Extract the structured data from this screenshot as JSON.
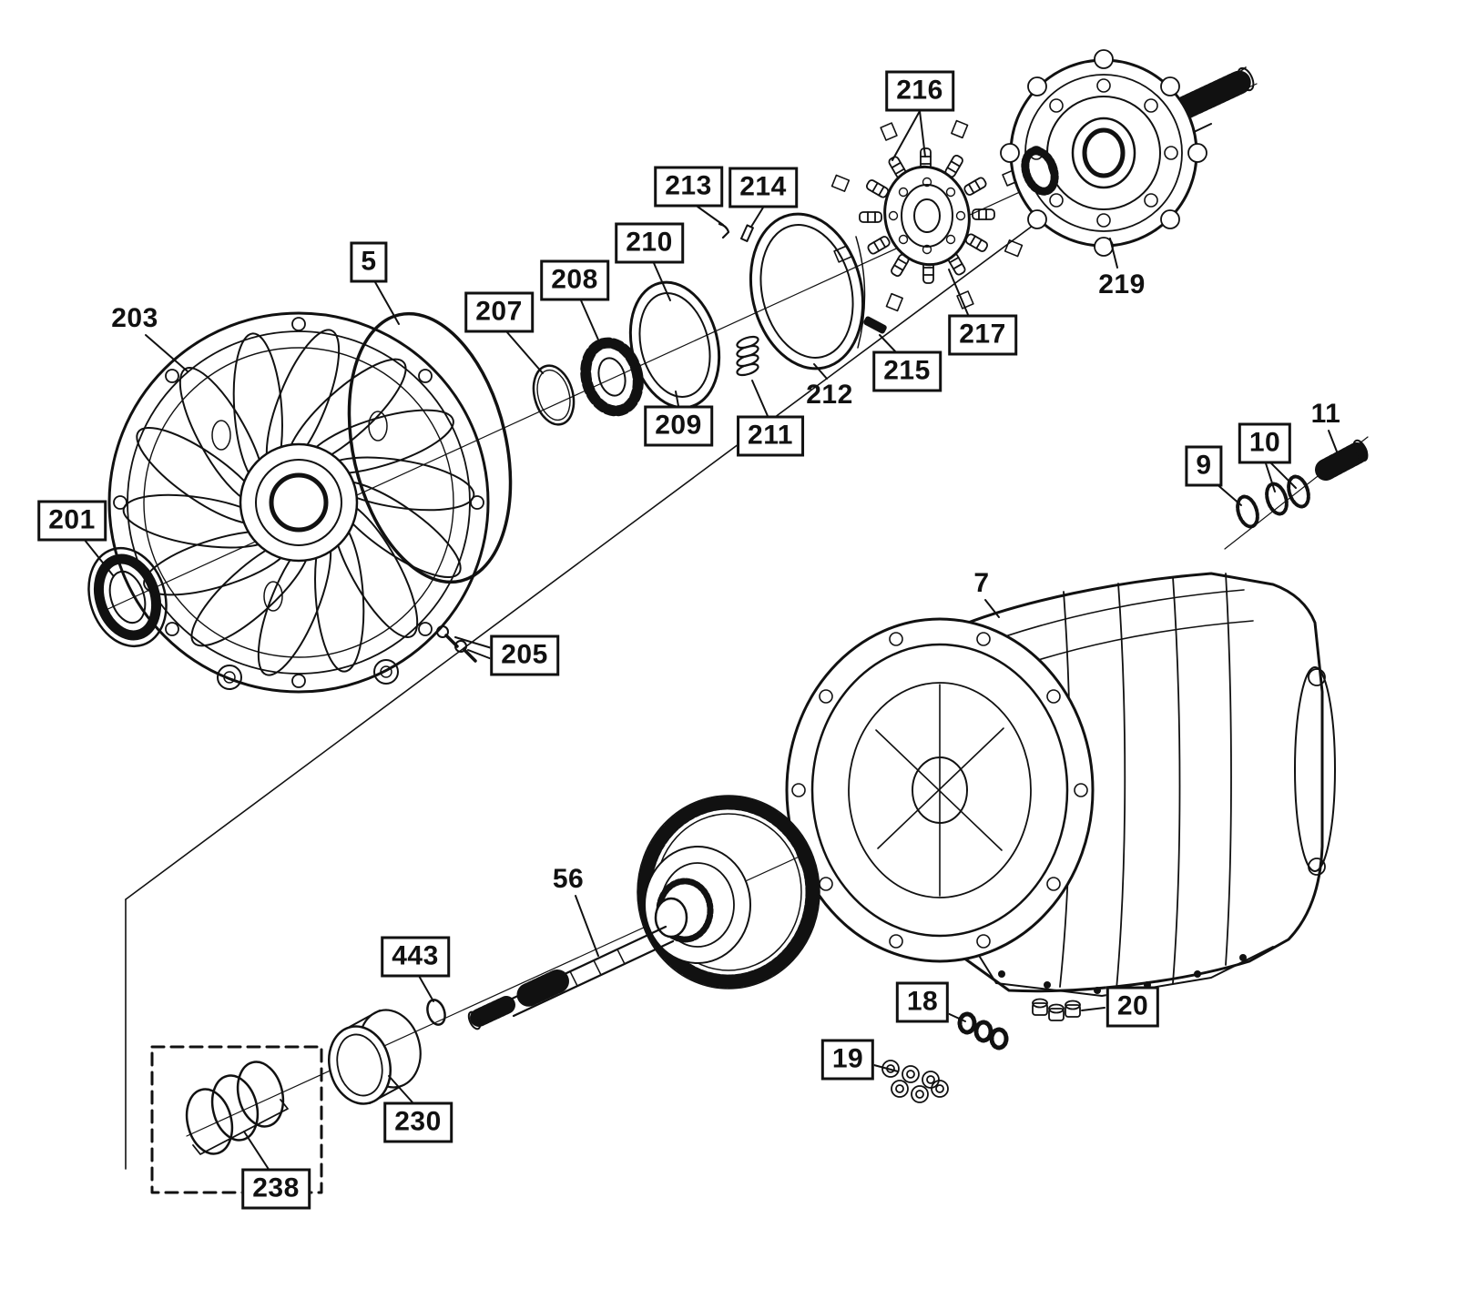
{
  "callouts": {
    "c5": "5",
    "c7": "7",
    "c9": "9",
    "c10": "10",
    "c11": "11",
    "c18": "18",
    "c19": "19",
    "c20": "20",
    "c56": "56",
    "c201": "201",
    "c203": "203",
    "c205": "205",
    "c207": "207",
    "c208": "208",
    "c209": "209",
    "c210": "210",
    "c211": "211",
    "c212": "212",
    "c213": "213",
    "c214": "214",
    "c215": "215",
    "c216": "216",
    "c217": "217",
    "c219": "219",
    "c230": "230",
    "c238": "238",
    "c443": "443"
  },
  "colors": {
    "ink": "#111111",
    "paper": "#ffffff"
  }
}
